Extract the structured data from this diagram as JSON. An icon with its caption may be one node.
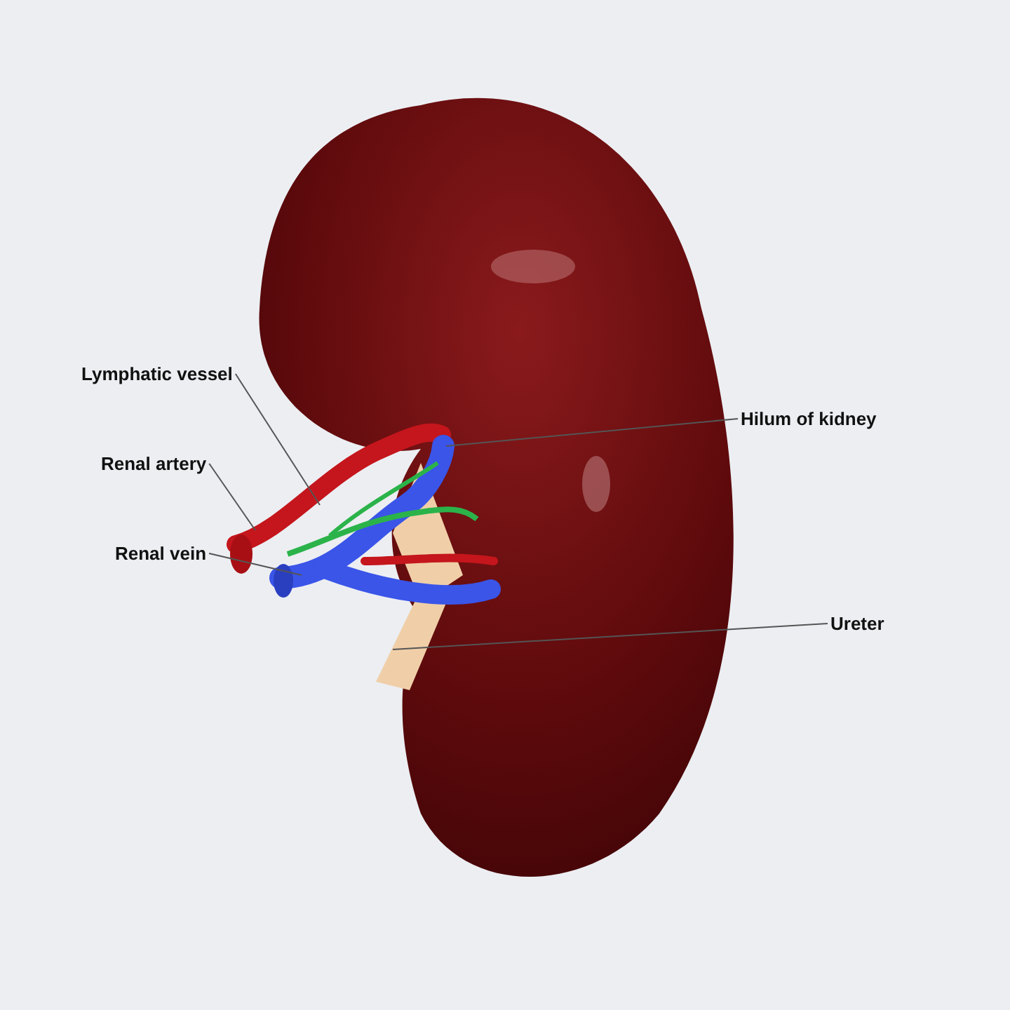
{
  "diagram": {
    "nodes": [
      {
        "text": [
          "Lymphatic vessel"
        ]
      },
      {
        "text": [
          "Hilum of kidney"
        ]
      },
      {
        "text": [
          "Renal artery"
        ]
      },
      {
        "text": [
          "Renal vein"
        ]
      },
      {
        "text": [
          "Ureter"
        ]
      }
    ],
    "edges": [
      {
        "from": 0,
        "to": null,
        "arrow": "none"
      },
      {
        "from": 1,
        "to": null,
        "arrow": "none"
      },
      {
        "from": 2,
        "to": null,
        "arrow": "none"
      },
      {
        "from": 3,
        "to": null,
        "arrow": "none"
      },
      {
        "from": 4,
        "to": null,
        "arrow": "none"
      }
    ]
  }
}
